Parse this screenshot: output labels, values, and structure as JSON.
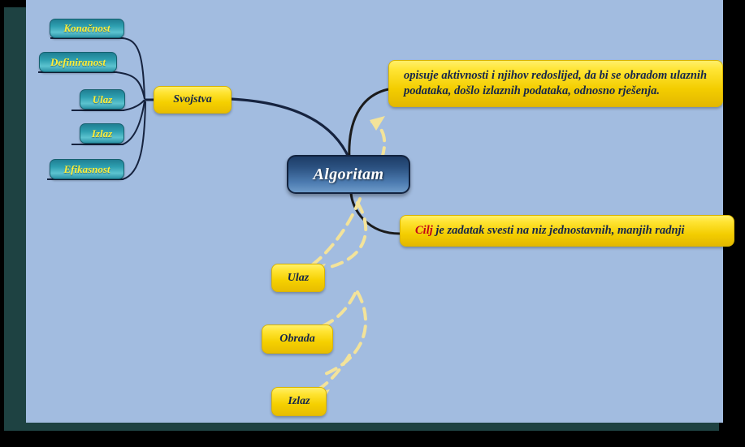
{
  "slide": {
    "title": "Algoritam",
    "background_color": "#a2bce0",
    "frame_color": "#1e4242"
  },
  "central_node": {
    "label": "Algoritam"
  },
  "branches": {
    "properties_node": {
      "label": "Svojstva"
    },
    "properties_items": [
      {
        "label": "Konačnost"
      },
      {
        "label": "Definiranost"
      },
      {
        "label": "Ulaz"
      },
      {
        "label": "Izlaz"
      },
      {
        "label": "Efikasnost"
      }
    ]
  },
  "callouts": [
    {
      "id": "description",
      "text": "opisuje aktivnosti i njihov redoslijed, da bi se obradom ulaznih podataka, došlo izlaznih podataka, odnosno rješenja."
    },
    {
      "id": "goal",
      "highlight": "Cilj",
      "text": " je zadatak svesti na niz jednostavnih, manjih radnji"
    }
  ],
  "flow_steps": [
    {
      "label": "Ulaz"
    },
    {
      "label": "Obrada"
    },
    {
      "label": "Izlaz"
    }
  ],
  "colors": {
    "teal_pill": "#2e9fb0",
    "pill_text": "#ffef3a",
    "yellow_box": "#ffe433",
    "central_blue": "#2b5180",
    "highlight_red": "#c30018",
    "dark_text": "#15254a",
    "connector": "#16233f",
    "dashed_arrow": "#f3e39a"
  }
}
